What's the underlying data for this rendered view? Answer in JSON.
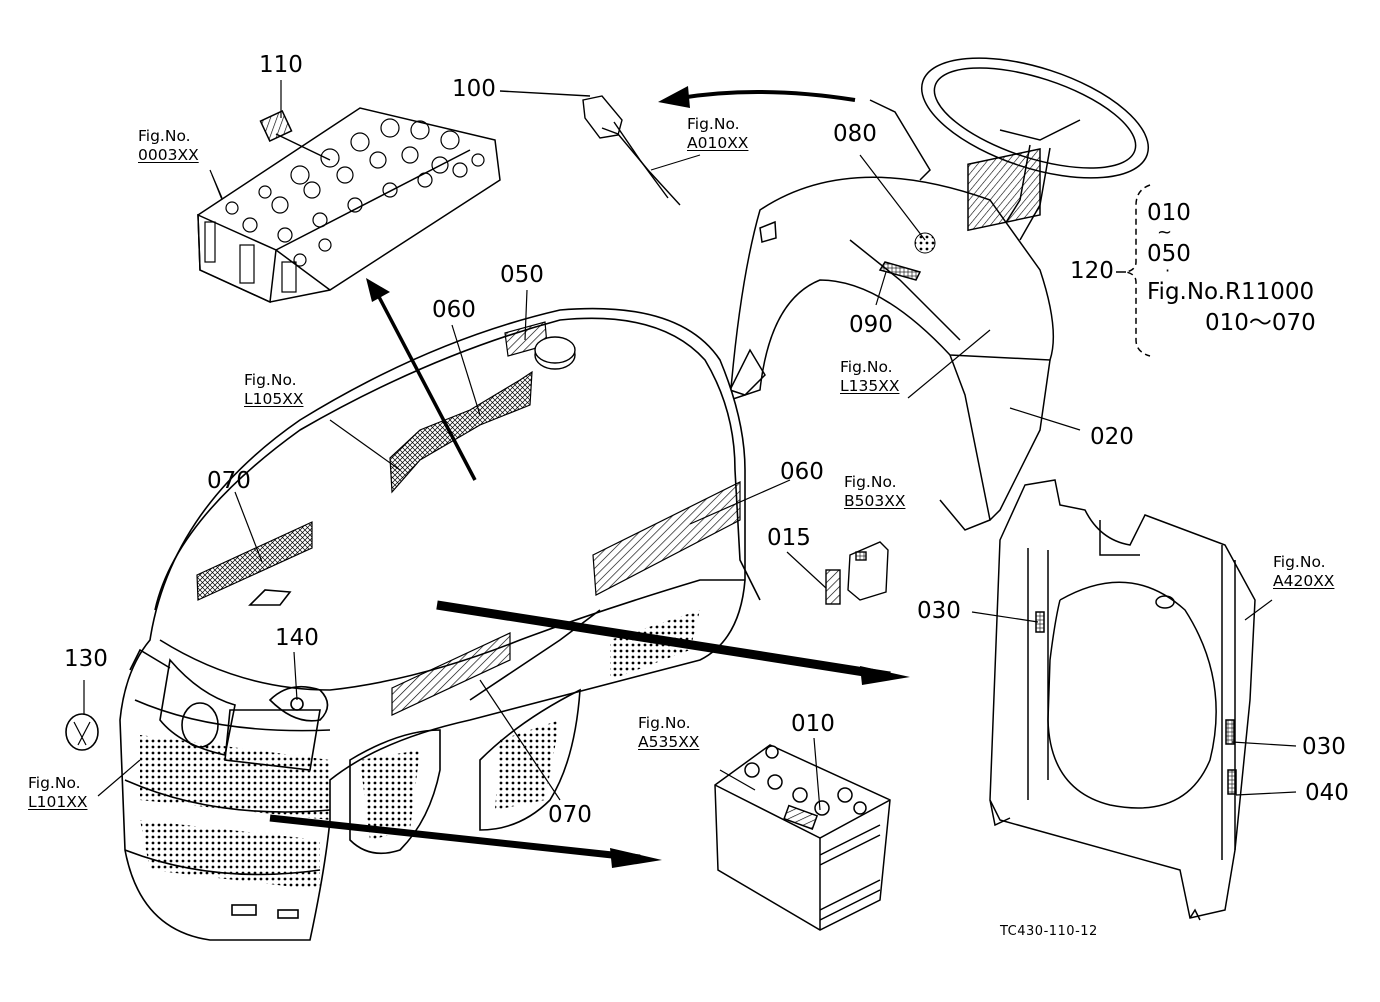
{
  "callouts": {
    "c110": "110",
    "c100": "100",
    "c080": "080",
    "c050": "050",
    "c060_top": "060",
    "c090": "090",
    "c120": "120",
    "c020": "020",
    "c070_left": "070",
    "c060_side": "060",
    "c015": "015",
    "c030_left": "030",
    "c140": "140",
    "c130": "130",
    "c010": "010",
    "c030_right": "030",
    "c040": "040",
    "c070_bottom": "070"
  },
  "figure_refs": {
    "f0003": {
      "head": "Fig.No.",
      "code": "0003XX"
    },
    "fA010": {
      "head": "Fig.No.",
      "code": "A010XX"
    },
    "fL105": {
      "head": "Fig.No.",
      "code": "L105XX"
    },
    "fL135": {
      "head": "Fig.No.",
      "code": "L135XX"
    },
    "fB503": {
      "head": "Fig.No.",
      "code": "B503XX"
    },
    "fA420": {
      "head": "Fig.No.",
      "code": "A420XX"
    },
    "fA535": {
      "head": "Fig.No.",
      "code": "A535XX"
    },
    "fL101": {
      "head": "Fig.No.",
      "code": "L101XX"
    }
  },
  "group_note": {
    "line1": "010",
    "tilde": "~",
    "line2": "050",
    "dot": "·",
    "line3": "Fig.No.R11000",
    "line4": "010～070"
  },
  "drawing_code": "TC430-110-12"
}
